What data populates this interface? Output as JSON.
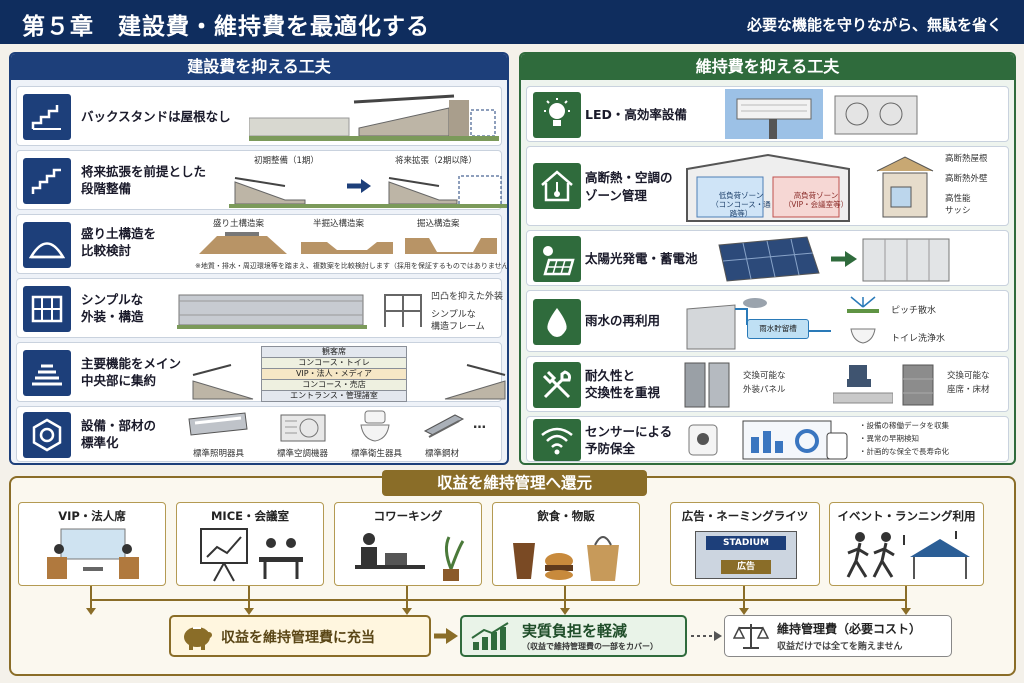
{
  "header": {
    "title": "第５章　建設費・維持費を最適化する",
    "subtitle": "必要な機能を守りながら、無駄を省く"
  },
  "left": {
    "title": "建設費を抑える工夫",
    "rows": [
      {
        "label1": "バックスタンドは屋根なし",
        "label2": ""
      },
      {
        "label1": "将来拡張を前提とした",
        "label2": "段階整備",
        "phase1": "初期整備（1期）",
        "phase2": "将来拡張（2期以降）"
      },
      {
        "label1": "盛り土構造を",
        "label2": "比較検討",
        "case1": "盛り土構造案",
        "case2": "半掘込構造案",
        "case3": "掘込構造案",
        "note": "※地質・排水・周辺環境等を踏まえ、複数案を比較検討します（採用を保証するものではありません）。"
      },
      {
        "label1": "シンプルな",
        "label2": "外装・構造",
        "n1": "凹凸を抑えた外装",
        "n2": "シンプルな",
        "n3": "構造フレーム"
      },
      {
        "label1": "主要機能をメイン",
        "label2": "中央部に集約",
        "levels": [
          "観客席",
          "コンコース・トイレ",
          "VIP・法人・メディア",
          "コンコース・売店",
          "エントランス・管理諸室"
        ]
      },
      {
        "label1": "設備・部材の",
        "label2": "標準化",
        "items": [
          "標準照明器具",
          "標準空調機器",
          "標準衛生器具",
          "標準鋼材"
        ],
        "more": "…"
      }
    ]
  },
  "right": {
    "title": "維持費を抑える工夫",
    "rows": [
      {
        "label1": "LED・高効率設備",
        "label2": ""
      },
      {
        "label1": "高断熱・空調の",
        "label2": "ゾーン管理",
        "z1a": "低負荷ゾーン",
        "z1b": "（コンコース・通路等）",
        "z2a": "高負荷ゾーン",
        "z2b": "（VIP・会議室等）",
        "p1": "高断熱屋根",
        "p2": "高断熱外壁",
        "p3": "高性能",
        "p4": "サッシ"
      },
      {
        "label1": "太陽光発電・蓄電池",
        "label2": ""
      },
      {
        "label1": "雨水の再利用",
        "label2": "",
        "tank": "雨水貯留槽",
        "u1": "ピッチ散水",
        "u2": "トイレ洗浄水"
      },
      {
        "label1": "耐久性と",
        "label2": "交換性を重視",
        "a1": "交換可能な",
        "a2": "外装パネル",
        "b1": "交換可能な",
        "b2": "座席・床材"
      },
      {
        "label1": "センサーによる",
        "label2": "予防保全",
        "bullets": [
          "・設備の稼働データを収集",
          "・異常の早期検知",
          "・計画的な保全で長寿命化"
        ]
      }
    ]
  },
  "revenue": {
    "title": "収益を維持管理へ還元",
    "cards": [
      "VIP・法人席",
      "MICE・会議室",
      "コワーキング",
      "飲食・物販",
      "広告・ネーミングライツ",
      "イベント・ランニング利用"
    ],
    "stadium_sign": "STADIUM",
    "ad_sign": "広告",
    "box1": "収益を維持管理費に充当",
    "box2": "実質負担を軽減",
    "box2_sub": "（収益で維持管理費の一部をカバー）",
    "box3": "維持管理費（必要コスト）",
    "box3_sub": "収益だけでは全てを賄えません"
  },
  "colors": {
    "navy": "#1d3f7a",
    "green": "#2f6b3c",
    "gold": "#8a6d28"
  }
}
